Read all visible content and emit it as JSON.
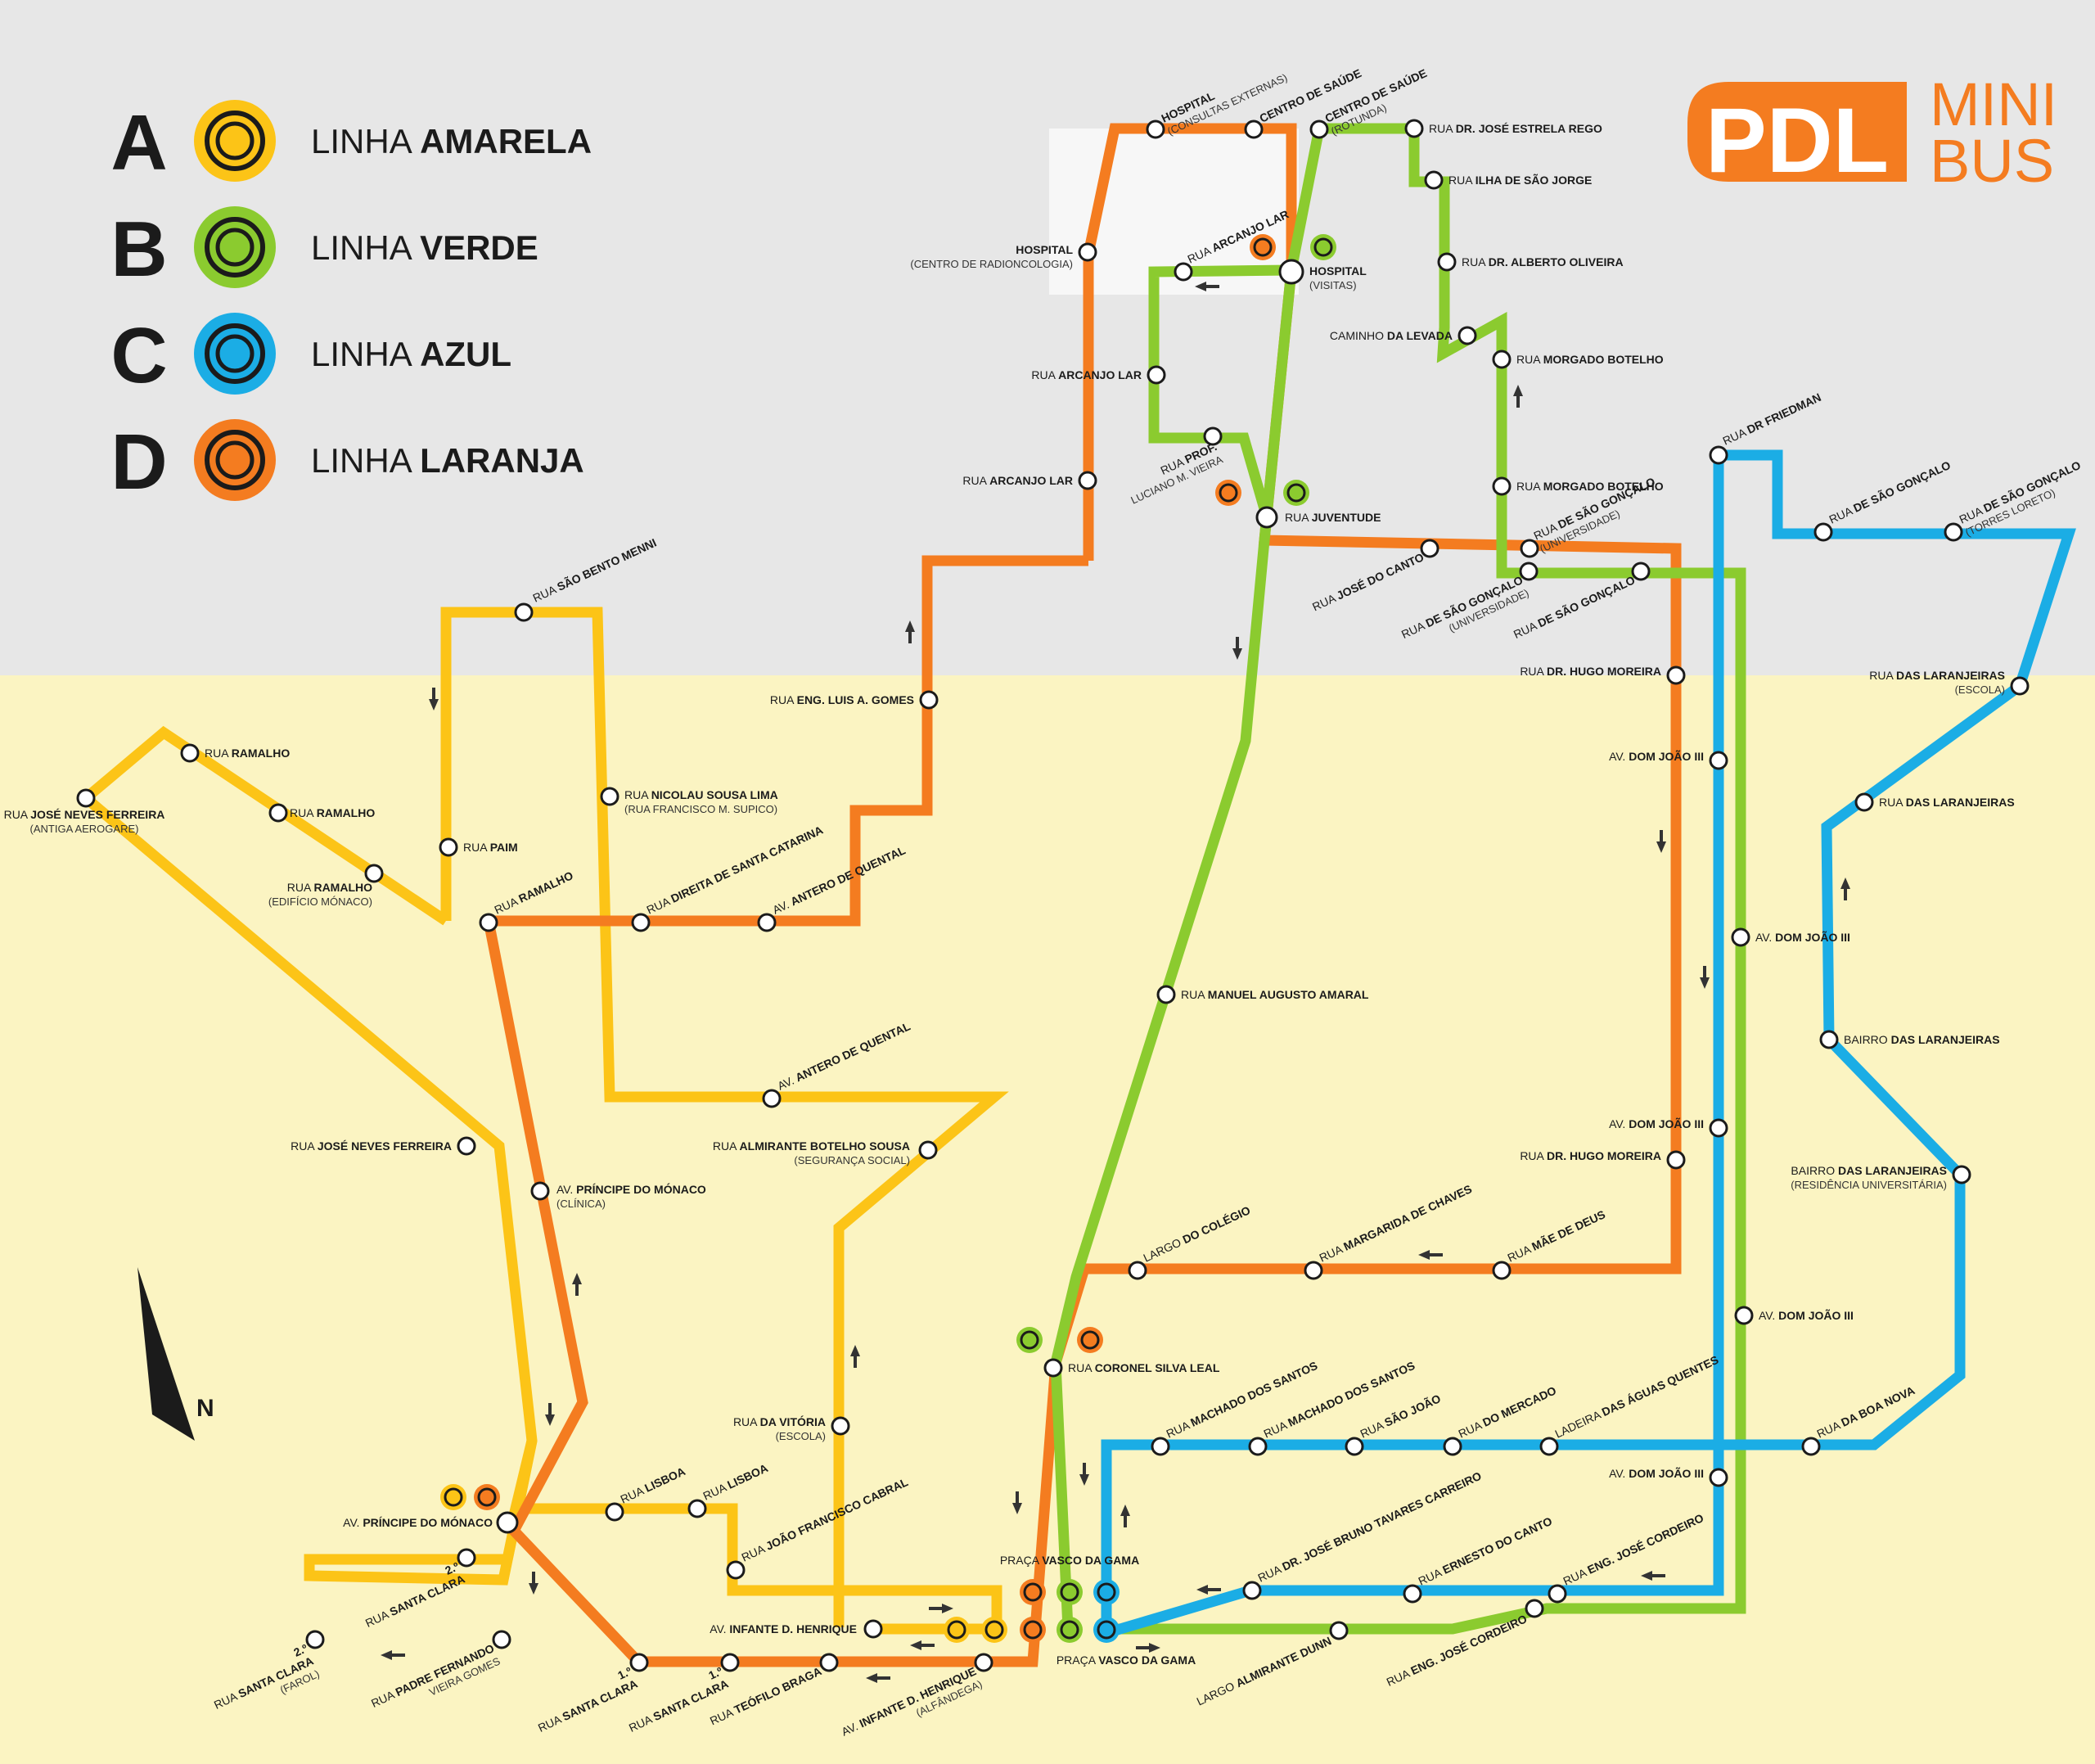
{
  "brand": {
    "pdl": "PDL",
    "mini": "MINI",
    "bus": "BUS",
    "orange": "#f47c20"
  },
  "legend": [
    {
      "letter": "A",
      "prefix": "LINHA",
      "name": "AMARELA",
      "color": "#fcc417"
    },
    {
      "letter": "B",
      "prefix": "LINHA",
      "name": "VERDE",
      "color": "#8bcb2f"
    },
    {
      "letter": "C",
      "prefix": "LINHA",
      "name": "AZUL",
      "color": "#1bade5"
    },
    {
      "letter": "D",
      "prefix": "LINHA",
      "name": "LARANJA",
      "color": "#f47c20"
    }
  ],
  "north": "N",
  "stops": [
    {
      "id": "hosp_consultas",
      "t1": "HOSPITAL",
      "t2": "(CONSULTAS EXTERNAS)"
    },
    {
      "id": "centro_saude",
      "t1": "CENTRO DE SAÚDE"
    },
    {
      "id": "centro_saude_rot",
      "t1": "CENTRO DE SAÚDE",
      "t2": "(ROTUNDA)"
    },
    {
      "id": "estrela_rego",
      "t1": "RUA DR. JOSÉ ESTRELA REGO"
    },
    {
      "id": "ilha_sjorge",
      "t1": "RUA ILHA DE SÃO JORGE"
    },
    {
      "id": "alberto_oliveira",
      "t1": "RUA DR. ALBERTO OLIVEIRA"
    },
    {
      "id": "caminho_levada",
      "t1": "CAMINHO DA LEVADA"
    },
    {
      "id": "morgado1",
      "t1": "RUA MORGADO BOTELHO"
    },
    {
      "id": "morgado2",
      "t1": "RUA MORGADO BOTELHO"
    },
    {
      "id": "hosp_radio",
      "t1": "HOSPITAL",
      "t2": "(CENTRO DE RADIONCOLOGIA)"
    },
    {
      "id": "arcanjo_lar_top",
      "t1": "RUA ARCANJO LAR"
    },
    {
      "id": "hosp_visitas",
      "t1": "HOSPITAL",
      "t2": "(VISITAS)"
    },
    {
      "id": "arcanjo_lar_mid",
      "t1": "RUA ARCANJO LAR"
    },
    {
      "id": "arcanjo_lar_low",
      "t1": "RUA ARCANJO LAR"
    },
    {
      "id": "luciano",
      "t1": "RUA PROF.",
      "t2": "LUCIANO M. VIEIRA"
    },
    {
      "id": "juventude",
      "t1": "RUA JUVENTUDE"
    },
    {
      "id": "jose_canto",
      "t1": "RUA JOSÉ DO CANTO"
    },
    {
      "id": "sgoncalo_univ_a",
      "t1": "RUA DE SÃO GONÇALO",
      "t2": "(UNIVERSIDADE)"
    },
    {
      "id": "sgoncalo_univ_b",
      "t1": "RUA DE SÃO GONÇALO",
      "t2": "(UNIVERSIDADE)"
    },
    {
      "id": "sgoncalo_c",
      "t1": "RUA DE SÃO GONÇALO"
    },
    {
      "id": "dr_friedman",
      "t1": "RUA DR FRIEDMAN"
    },
    {
      "id": "sgoncalo_d",
      "t1": "RUA DE SÃO GONÇALO"
    },
    {
      "id": "sgoncalo_loreto",
      "t1": "RUA DE SÃO GONÇALO",
      "t2": "(TORRES LORETO)"
    },
    {
      "id": "hugo_moreira1",
      "t1": "RUA DR. HUGO MOREIRA"
    },
    {
      "id": "laranjeiras_escola",
      "t1": "RUA DAS LARANJEIRAS",
      "t2": "(ESCOLA)"
    },
    {
      "id": "dom_joao_1",
      "t1": "AV. DOM JOÃO III"
    },
    {
      "id": "laranjeiras",
      "t1": "RUA DAS LARANJEIRAS"
    },
    {
      "id": "dom_joao_2",
      "t1": "AV. DOM JOÃO III"
    },
    {
      "id": "bairro_laranjeiras",
      "t1": "BAIRRO DAS LARANJEIRAS"
    },
    {
      "id": "dom_joao_3",
      "t1": "AV. DOM JOÃO III"
    },
    {
      "id": "hugo_moreira2",
      "t1": "RUA DR. HUGO MOREIRA"
    },
    {
      "id": "bairro_residencia",
      "t1": "BAIRRO DAS LARANJEIRAS",
      "t2": "(RESIDÊNCIA UNIVERSITÁRIA)"
    },
    {
      "id": "dom_joao_4",
      "t1": "AV. DOM JOÃO III"
    },
    {
      "id": "dom_joao_5",
      "t1": "AV. DOM JOÃO III"
    },
    {
      "id": "sao_bento",
      "t1": "RUA SÃO BENTO MENNI"
    },
    {
      "id": "eng_luis",
      "t1": "RUA ENG. LUIS A. GOMES"
    },
    {
      "id": "ramalho_1",
      "t1": "RUA RAMALHO"
    },
    {
      "id": "jose_neves_aero",
      "t1": "RUA JOSÉ NEVES FERREIRA",
      "t2": "(ANTIGA AEROGARE)"
    },
    {
      "id": "ramalho_2",
      "t1": "RUA RAMALHO"
    },
    {
      "id": "nicolau",
      "t1": "RUA NICOLAU SOUSA LIMA",
      "t2": "(RUA FRANCISCO M. SUPICO)"
    },
    {
      "id": "paim",
      "t1": "RUA PAIM"
    },
    {
      "id": "ramalho_monaco",
      "t1": "RUA RAMALHO",
      "t2": "(EDIFÍCIO MÓNACO)"
    },
    {
      "id": "ramalho_3",
      "t1": "RUA RAMALHO"
    },
    {
      "id": "direita_catarina",
      "t1": "RUA DIREITA DE SANTA CATARINA"
    },
    {
      "id": "antero_1",
      "t1": "AV. ANTERO DE QUENTAL"
    },
    {
      "id": "manuel_amaral",
      "t1": "RUA MANUEL AUGUSTO AMARAL"
    },
    {
      "id": "antero_2",
      "t1": "AV. ANTERO DE QUENTAL"
    },
    {
      "id": "almirante_botelho",
      "t1": "RUA ALMIRANTE BOTELHO SOUSA",
      "t2": "(SEGURANÇA SOCIAL)"
    },
    {
      "id": "jose_neves",
      "t1": "RUA JOSÉ NEVES FERREIRA"
    },
    {
      "id": "principe_clinica",
      "t1": "AV. PRÍNCIPE DO MÓNACO",
      "t2": "(CLÍNICA)"
    },
    {
      "id": "largo_colegio",
      "t1": "LARGO DO COLÉGIO"
    },
    {
      "id": "margarida",
      "t1": "RUA MARGARIDA DE CHAVES"
    },
    {
      "id": "mae_deus",
      "t1": "RUA MÃE DE DEUS"
    },
    {
      "id": "coronel",
      "t1": "RUA CORONEL SILVA LEAL"
    },
    {
      "id": "machado_1",
      "t1": "RUA MACHADO DOS SANTOS"
    },
    {
      "id": "machado_2",
      "t1": "RUA MACHADO DOS SANTOS"
    },
    {
      "id": "sao_joao",
      "t1": "RUA SÃO JOÃO"
    },
    {
      "id": "mercado",
      "t1": "RUA DO MERCADO"
    },
    {
      "id": "aguas_quentes",
      "t1": "LADEIRA DAS ÁGUAS QUENTES"
    },
    {
      "id": "boa_nova",
      "t1": "RUA DA BOA NOVA"
    },
    {
      "id": "vitoria",
      "t1": "RUA DA VITÓRIA",
      "t2": "(ESCOLA)"
    },
    {
      "id": "principe",
      "t1": "AV. PRÍNCIPE DO MÓNACO"
    },
    {
      "id": "lisboa_1",
      "t1": "RUA LISBOA"
    },
    {
      "id": "lisboa_2",
      "t1": "RUA LISBOA"
    },
    {
      "id": "joao_cabral",
      "t1": "RUA JOÃO FRANCISCO CABRAL"
    },
    {
      "id": "tavares",
      "t1": "RUA DR. JOSÉ BRUNO TAVARES CARREIRO"
    },
    {
      "id": "ernesto",
      "t1": "RUA ERNESTO DO CANTO"
    },
    {
      "id": "cordeiro_1",
      "t1": "RUA ENG. JOSÉ CORDEIRO"
    },
    {
      "id": "cordeiro_2",
      "t1": "RUA ENG. JOSÉ CORDEIRO"
    },
    {
      "id": "santa_clara2",
      "t1": "2.º",
      "t2": "RUA SANTA CLARA"
    },
    {
      "id": "santa_clara2_farol",
      "t1": "2.º",
      "t2": "RUA SANTA CLARA",
      "t3": "(FAROL)"
    },
    {
      "id": "padre_fernando",
      "t1": "RUA PADRE FERNANDO",
      "t2": "VIEIRA GOMES"
    },
    {
      "id": "santa_clara1",
      "t1": "1.º",
      "t2": "RUA SANTA CLARA"
    },
    {
      "id": "santa_clara1_b",
      "t1": "1.º",
      "t2": "RUA SANTA CLARA"
    },
    {
      "id": "teofilo",
      "t1": "RUA TEÓFILO BRAGA"
    },
    {
      "id": "infante",
      "t1": "AV. INFANTE D. HENRIQUE"
    },
    {
      "id": "infante_alf",
      "t1": "AV. INFANTE D. HENRIQUE",
      "t2": "(ALFÂNDEGA)"
    },
    {
      "id": "praca_top",
      "t1": "PRAÇA VASCO DA GAMA"
    },
    {
      "id": "praca_bottom",
      "t1": "PRAÇA VASCO DA GAMA"
    },
    {
      "id": "almirante_dunn",
      "t1": "LARGO ALMIRANTE DUNN"
    }
  ]
}
